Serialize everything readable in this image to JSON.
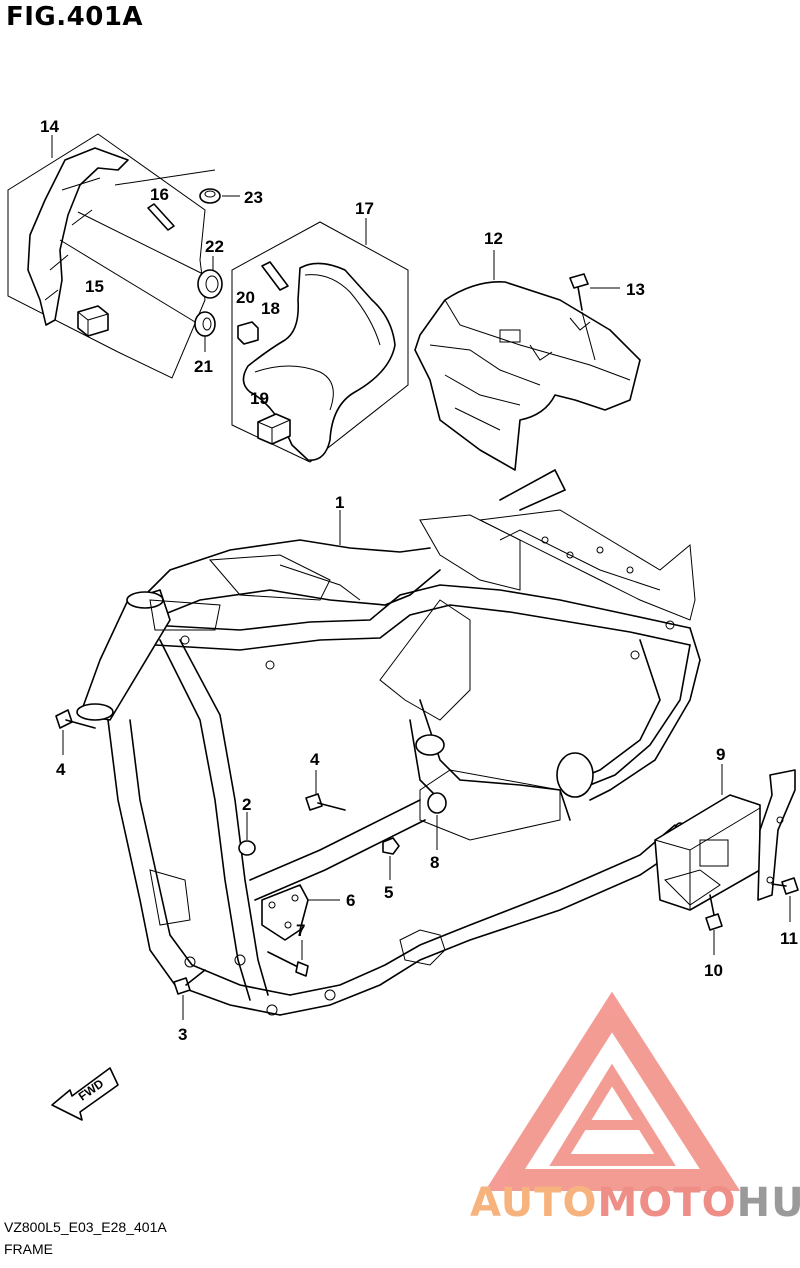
{
  "figure": {
    "title": "FIG.401A"
  },
  "footer": {
    "code": "VZ800L5_E03_E28_401A",
    "name": "FRAME"
  },
  "forward_arrow": {
    "label": "FWD"
  },
  "watermark": {
    "part1": "AUTO",
    "part2": "MOTO",
    "part3": "HUB",
    "triangle_color": "#f28b82"
  },
  "callouts": {
    "c1": "1",
    "c2": "2",
    "c3": "3",
    "c4a": "4",
    "c4b": "4",
    "c5": "5",
    "c6": "6",
    "c7": "7",
    "c8": "8",
    "c9": "9",
    "c10": "10",
    "c11": "11",
    "c12": "12",
    "c13": "13",
    "c14": "14",
    "c15": "15",
    "c16": "16",
    "c17": "17",
    "c18": "18",
    "c19": "19",
    "c20": "20",
    "c21": "21",
    "c22": "22",
    "c23": "23"
  }
}
